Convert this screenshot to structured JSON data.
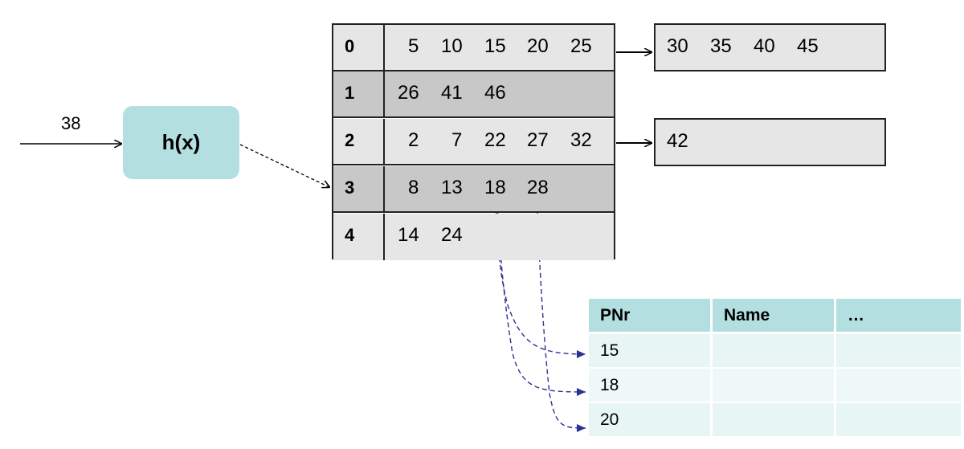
{
  "input": {
    "value": "38"
  },
  "hash_function": {
    "label": "h(x)"
  },
  "buckets": [
    {
      "index": "0",
      "values": [
        "5",
        "10",
        "15",
        "20",
        "25"
      ]
    },
    {
      "index": "1",
      "values": [
        "26",
        "41",
        "46"
      ]
    },
    {
      "index": "2",
      "values": [
        "2",
        "7",
        "22",
        "27",
        "32"
      ]
    },
    {
      "index": "3",
      "values": [
        "8",
        "13",
        "18",
        "28"
      ]
    },
    {
      "index": "4",
      "values": [
        "14",
        "24"
      ]
    }
  ],
  "overflow_buckets": [
    {
      "from_bucket": "0",
      "values": [
        "30",
        "35",
        "40",
        "45"
      ]
    },
    {
      "from_bucket": "2",
      "values": [
        "42"
      ]
    }
  ],
  "record_table": {
    "headers": [
      "PNr",
      "Name",
      "…"
    ],
    "rows": [
      [
        "15",
        "",
        ""
      ],
      [
        "18",
        "",
        ""
      ],
      [
        "20",
        "",
        ""
      ]
    ]
  },
  "colors": {
    "hash_box": "#b4dfe0",
    "bucket_light": "#e6e6e6",
    "bucket_dark": "#c8c8c8",
    "pointer_arrows": "#2e3192"
  }
}
